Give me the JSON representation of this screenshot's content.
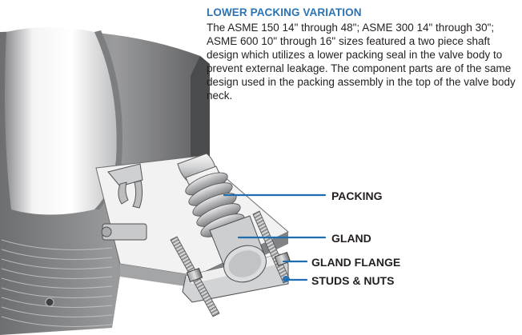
{
  "section": {
    "heading": "LOWER PACKING VARIATION",
    "body": "The ASME 150 14\" through 48\"; ASME 300 14\" through 30\"; ASME 600 10\" through 16\" sizes featured a two piece shaft design which utilizes a lower packing seal in the valve body to prevent external leakage. The component parts are of the same design used in the packing assembly in the top of the valve body neck.",
    "heading_color": "#2a73b5"
  },
  "callouts": {
    "packing": "PACKING",
    "gland": "GLAND",
    "gland_flange": "GLAND FLANGE",
    "studs_nuts": "STUDS & NUTS"
  },
  "illustration": {
    "subject": "valve-lower-packing-cutaway",
    "leader_color": "#1e6db0"
  }
}
